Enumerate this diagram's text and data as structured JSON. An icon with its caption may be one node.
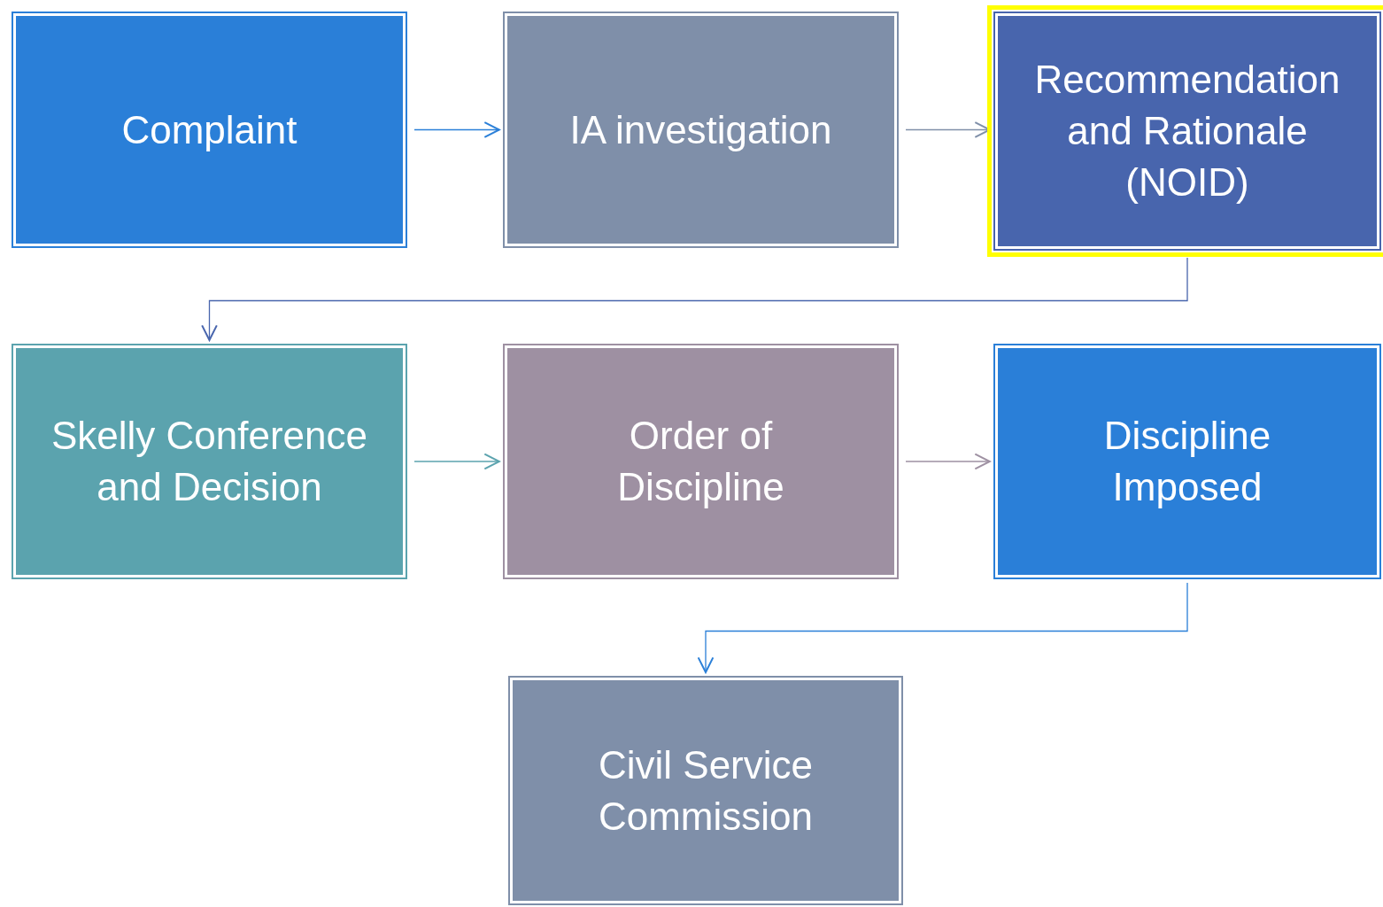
{
  "diagram": {
    "nodes": [
      {
        "text": [
          "Complaint"
        ]
      },
      {
        "text": [
          "IA investigation"
        ]
      },
      {
        "text": [
          "Recommendation and Rationale (NOID)"
        ]
      },
      {
        "text": [
          "Skelly Conference and Decision"
        ]
      },
      {
        "text": [
          "Order of Discipline"
        ]
      },
      {
        "text": [
          "Discipline Imposed"
        ]
      },
      {
        "text": [
          "Civil Service Commission"
        ]
      }
    ],
    "edges": [
      {
        "from": 0,
        "to": 1,
        "arrow": "to",
        "color": "#2a7fd8"
      },
      {
        "from": 1,
        "to": 2,
        "arrow": "to",
        "color": "#7f8fa9"
      },
      {
        "from": 2,
        "to": 3,
        "arrow": "to",
        "color": "#4865ad"
      },
      {
        "from": 3,
        "to": 4,
        "arrow": "to",
        "color": "#5ba3ae"
      },
      {
        "from": 4,
        "to": 5,
        "arrow": "to",
        "color": "#9e90a2"
      },
      {
        "from": 5,
        "to": 6,
        "arrow": "to",
        "color": "#2a7fd8"
      }
    ]
  }
}
